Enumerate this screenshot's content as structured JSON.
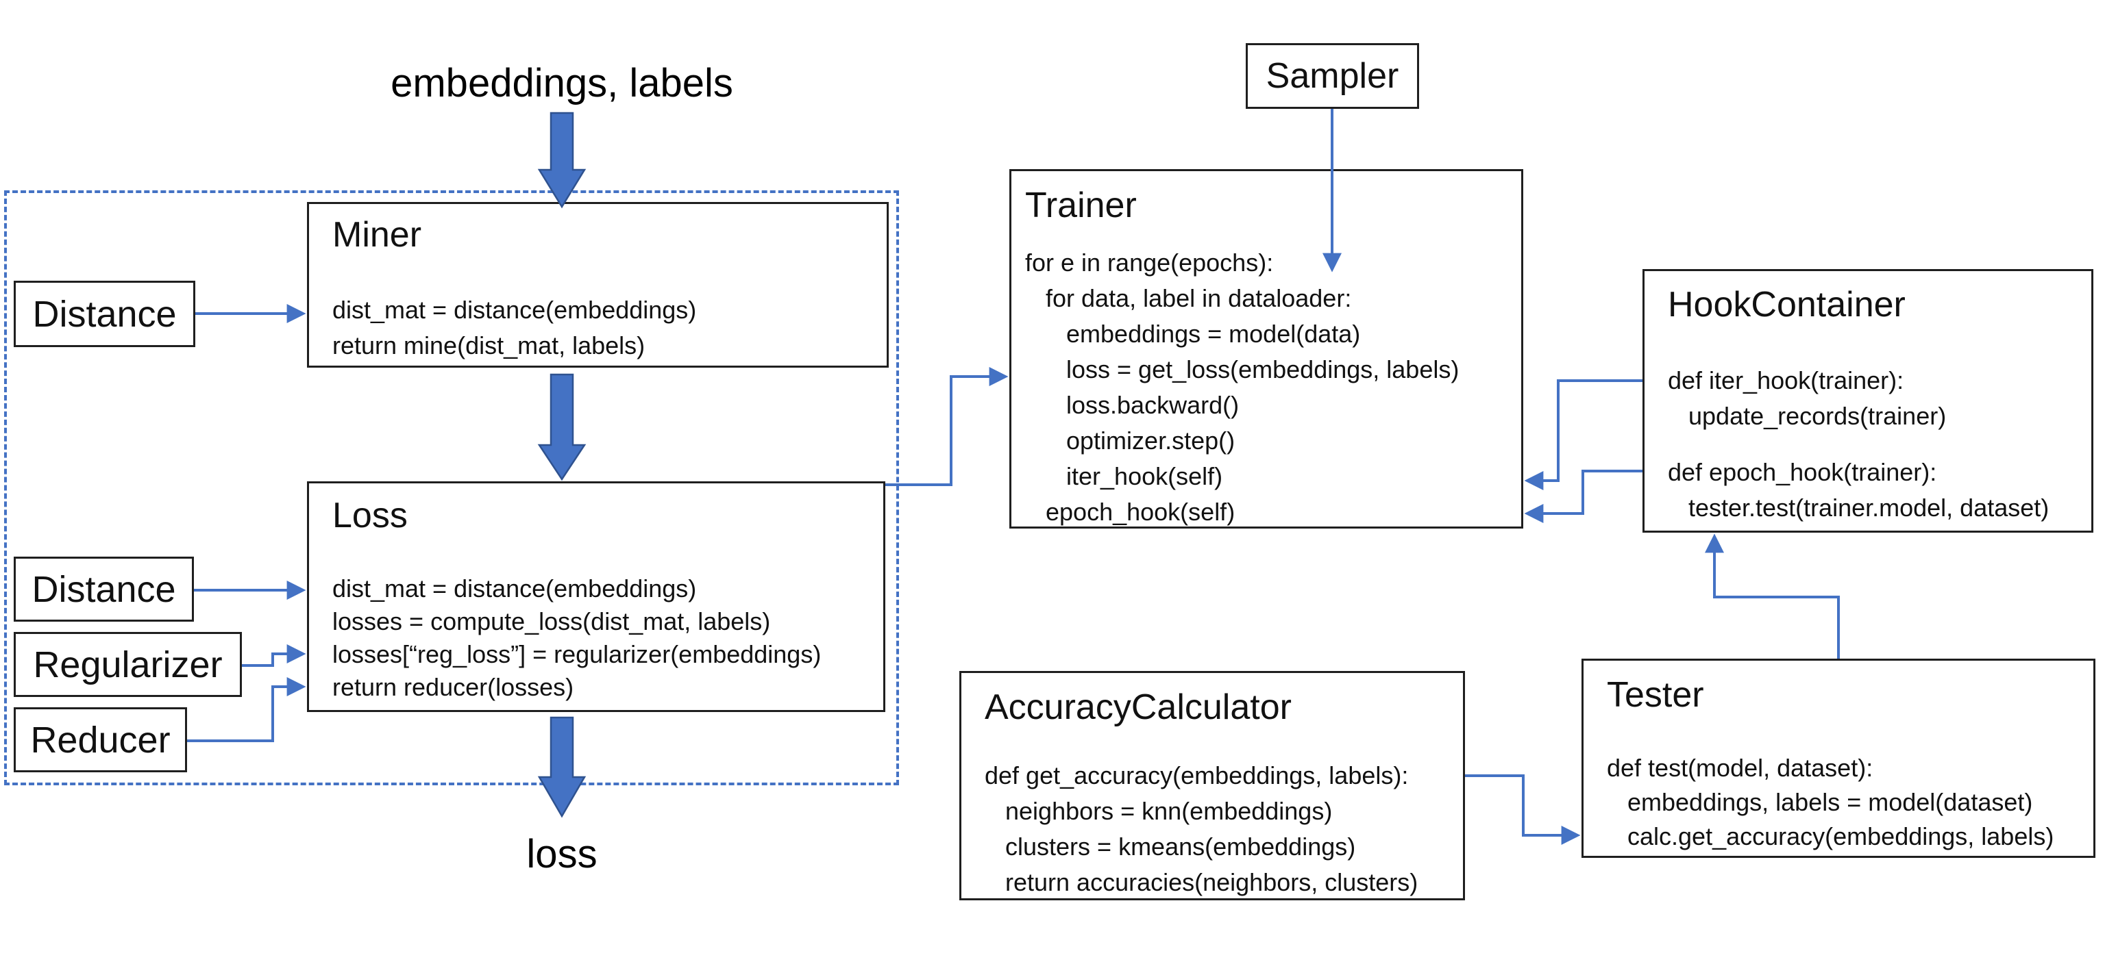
{
  "diagram": {
    "colors": {
      "accent": "#4472C4",
      "arrow_outline": "#2F528F",
      "box_border": "#1f1f1f"
    },
    "input_label": "embeddings, labels",
    "output_label": "loss",
    "boxes": {
      "distance1": {
        "label": "Distance"
      },
      "distance2": {
        "label": "Distance"
      },
      "regularizer": {
        "label": "Regularizer"
      },
      "reducer": {
        "label": "Reducer"
      },
      "sampler": {
        "label": "Sampler"
      },
      "miner": {
        "title": "Miner",
        "code": [
          "dist_mat = distance(embeddings)",
          "return mine(dist_mat, labels)"
        ]
      },
      "loss": {
        "title": "Loss",
        "code": [
          "dist_mat = distance(embeddings)",
          "losses = compute_loss(dist_mat, labels)",
          "losses[“reg_loss”] = regularizer(embeddings)",
          "return reducer(losses)"
        ]
      },
      "trainer": {
        "title": "Trainer",
        "code": [
          "for e in range(epochs):",
          "   for data, label in dataloader:",
          "      embeddings = model(data)",
          "      loss = get_loss(embeddings, labels)",
          "      loss.backward()",
          "      optimizer.step()",
          "      iter_hook(self)",
          "   epoch_hook(self)"
        ]
      },
      "hook_container": {
        "title": "HookContainer",
        "code": [
          "def iter_hook(trainer):",
          "   update_records(trainer)",
          "",
          "def epoch_hook(trainer):",
          "   tester.test(trainer.model, dataset)"
        ]
      },
      "tester": {
        "title": "Tester",
        "code": [
          "def test(model, dataset):",
          "   embeddings, labels = model(dataset)",
          "   calc.get_accuracy(embeddings, labels)"
        ]
      },
      "accuracy_calculator": {
        "title": "AccuracyCalculator",
        "code": [
          "def get_accuracy(embeddings, labels):",
          "   neighbors = knn(embeddings)",
          "   clusters = kmeans(embeddings)",
          "   return accuracies(neighbors, clusters)"
        ]
      }
    }
  }
}
